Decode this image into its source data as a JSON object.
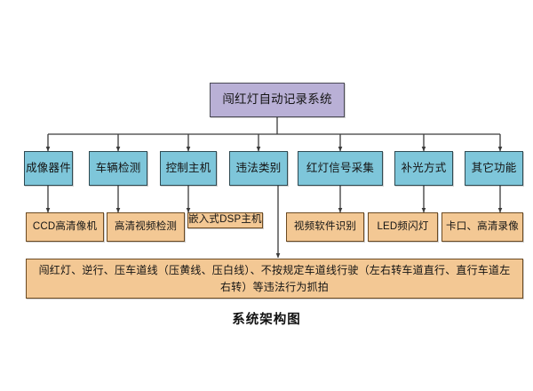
{
  "figure": {
    "caption": "系统架构图",
    "background_color": "#ffffff"
  },
  "colors": {
    "root_fill": "#b9b0d6",
    "category_fill": "#7ec6da",
    "implementation_fill": "#f3c894",
    "border": "#3a3a3a",
    "connector": "#3a3a3a"
  },
  "root": {
    "label": "闯红灯自动记录系统"
  },
  "categories": [
    {
      "label": "成像器件"
    },
    {
      "label": "车辆检测"
    },
    {
      "label": "控制主机"
    },
    {
      "label": "违法类别"
    },
    {
      "label": "红灯信号采集"
    },
    {
      "label": "补光方式"
    },
    {
      "label": "其它功能"
    }
  ],
  "implementations": [
    {
      "label": "CCD高清像机"
    },
    {
      "label": "高清视频检测"
    },
    {
      "label": "嵌入式DSP主机"
    },
    {
      "label": "视频软件识别"
    },
    {
      "label": "LED频闪灯"
    },
    {
      "label": "卡口、高清录像"
    }
  ],
  "violation_box": {
    "label": "闯红灯、逆行、压车道线（压黄线、压白线）、不按规定车道线行驶（左右转车道直行、直行车道左右转）等违法行为抓拍"
  }
}
